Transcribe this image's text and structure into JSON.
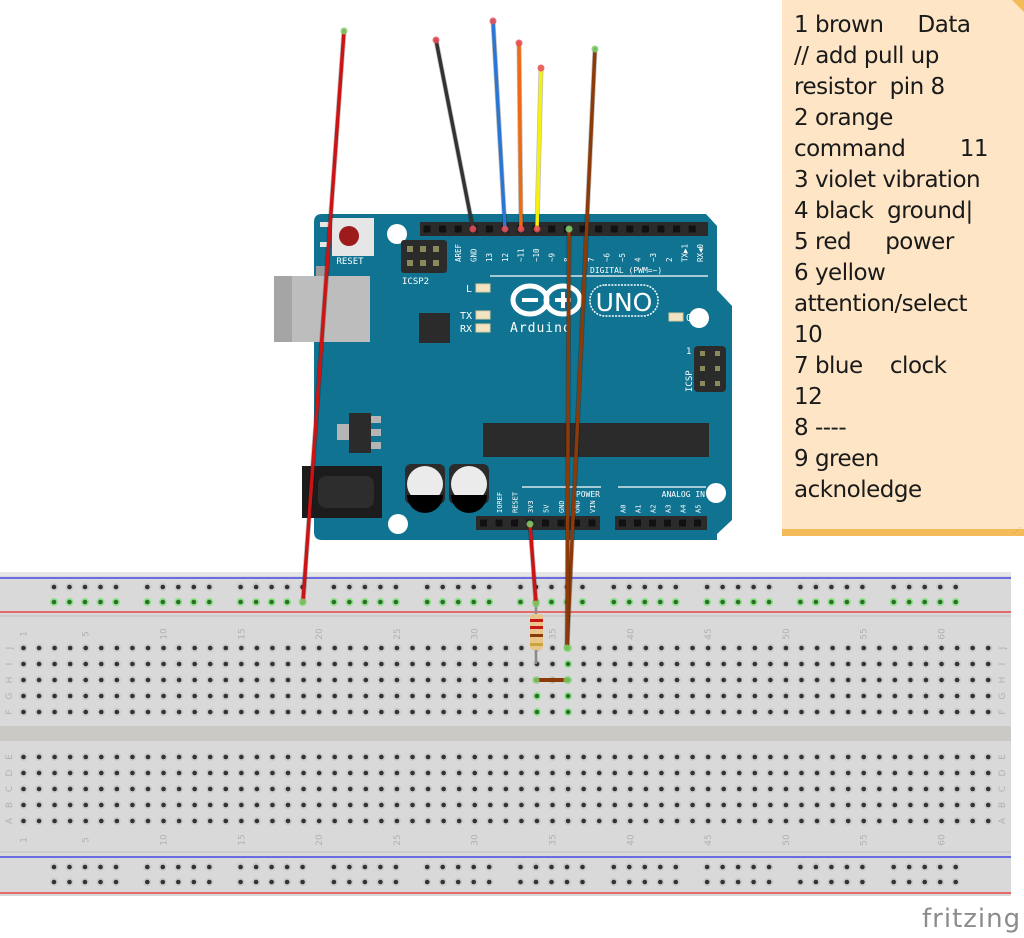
{
  "app": {
    "logo_text": "fritzing"
  },
  "note": {
    "lines": [
      "1 brown     Data",
      "// add pull up",
      "resistor  pin 8",
      "2 orange",
      "command        11",
      "3 violet vibration",
      "4 black  ground|",
      "5 red     power",
      "6 yellow",
      "attention/select",
      "10",
      "7 blue    clock",
      "12",
      "8 ----",
      "9 green",
      "acknoledge"
    ],
    "background": "#fde5c6",
    "accent": "#f4bb59"
  },
  "arduino": {
    "board_color": "#0f7391",
    "reset_label": "RESET",
    "icsp2_label": "ICSP2",
    "icsp_label": "ICSP",
    "icsp_pin1": "1",
    "digital_label": "DIGITAL (PWM=~)",
    "power_label": "POWER",
    "analog_label": "ANALOG IN",
    "logo_text": "Arduino",
    "model": "UNO",
    "led_labels": [
      "L",
      "TX",
      "RX",
      "ON"
    ],
    "digital_pins": [
      "AREF",
      "GND",
      "13",
      "12",
      "~11",
      "~10",
      "~9",
      "8",
      "7",
      "~6",
      "~5",
      "4",
      "~3",
      "2",
      "TX▶1",
      "RX◀0"
    ],
    "power_pins": [
      "",
      "IOREF",
      "RESET",
      "3V3",
      "5V",
      "GND",
      "GND",
      "VIN"
    ],
    "analog_pins": [
      "A0",
      "A1",
      "A2",
      "A3",
      "A4",
      "A5"
    ]
  },
  "breadboard": {
    "columns": 63,
    "column_labels": [
      "1",
      "5",
      "10",
      "15",
      "20",
      "25",
      "30",
      "35",
      "40",
      "45",
      "50",
      "55",
      "60"
    ],
    "top_rows": [
      "J",
      "I",
      "H",
      "G",
      "F"
    ],
    "bottom_rows": [
      "E",
      "D",
      "C",
      "B",
      "A"
    ],
    "rail_positive_color": "#e8282a",
    "rail_negative_color": "#2a2ae8"
  },
  "wires": [
    {
      "name": "red-power-wire",
      "color": "#cc1414",
      "end": "breadboard top rail +"
    },
    {
      "name": "black-ground-wire",
      "color": "#333333",
      "end": "GND"
    },
    {
      "name": "blue-clock-wire",
      "color": "#2a76d2",
      "end": "pin 12"
    },
    {
      "name": "orange-command-wire",
      "color": "#ef6b12",
      "end": "pin 11"
    },
    {
      "name": "yellow-attention-wire",
      "color": "#f5f10c",
      "end": "pin 10"
    },
    {
      "name": "brown-data-wire",
      "color": "#8b3a0a",
      "end": "pin 8"
    },
    {
      "name": "red-3v3-wire",
      "color": "#cc1414",
      "end": "3V3"
    },
    {
      "name": "brown-jumper-wire",
      "color": "#8b3a0a",
      "end": "breadboard"
    }
  ],
  "resistor": {
    "bands": [
      "#c8181a",
      "#c8181a",
      "#8b3a0a",
      "#c9a43a"
    ]
  }
}
